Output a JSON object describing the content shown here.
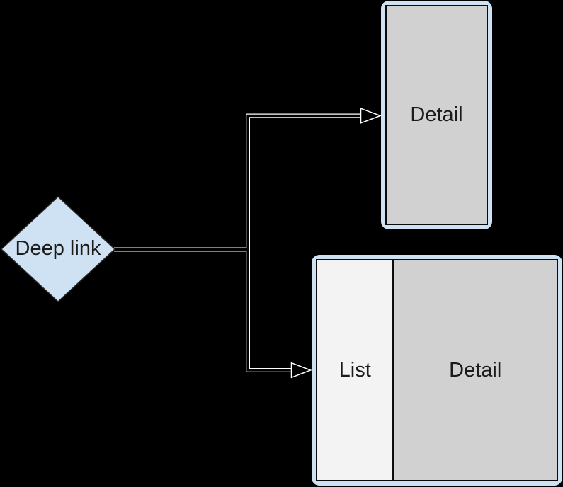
{
  "diagram": {
    "type": "flowchart",
    "background_color": "#000000",
    "colors": {
      "node_fill": "#cfe2f3",
      "node_border": "#2b2b2b",
      "detail_fill": "#d1d1d1",
      "list_fill": "#f3f3f3",
      "screen_border": "#0c0c0c",
      "connector": "#ffffff",
      "text": "#1b1b1b"
    },
    "nodes": {
      "deep_link": {
        "label": "Deep link",
        "shape": "diamond"
      },
      "phone": {
        "label": "Detail",
        "shape": "phone-screen"
      },
      "tablet": {
        "shape": "tablet-screen",
        "list_label": "List",
        "detail_label": "Detail"
      }
    },
    "edges": [
      {
        "from": "Deep link",
        "to": "Detail",
        "style": "hollow-arrow"
      },
      {
        "from": "Deep link",
        "to": "List + Detail",
        "style": "hollow-arrow"
      }
    ]
  }
}
